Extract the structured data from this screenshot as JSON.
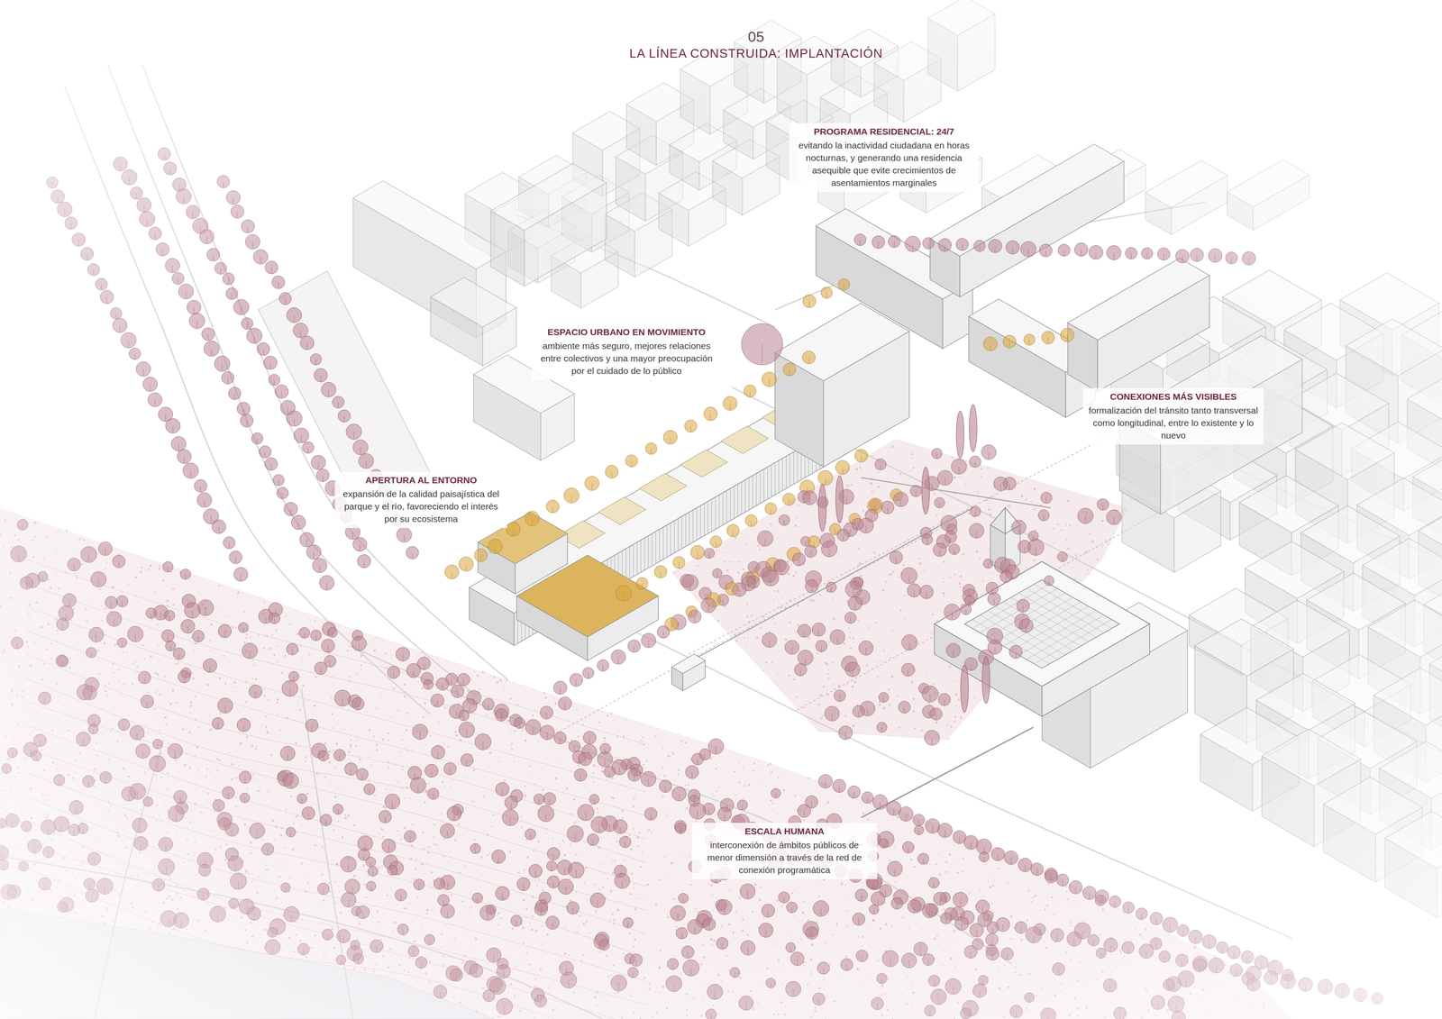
{
  "diagram": {
    "title": "LA LÍNEA CONSTRUIDA: IMPLANTACIÓN",
    "labels": [
      "05",
      "PROGRAMA RESIDENCIAL: 24/7",
      "evitando la inactividad ciudadana en horas nocturnas, y generando una residencia asequible que evite crecimientos de asentamientos marginales",
      "ESPACIO URBANO EN MOVIMIENTO",
      "ambiente más seguro, mejores relaciones entre colectivos y una mayor preocupación por el cuidado de lo público",
      "CONEXIONES MÁS VISIBLES",
      "formalización del tránsito tanto transversal como longitudinal, entre lo existente y lo nuevo",
      "APERTURA AL ENTORNO",
      "expansión de la calidad paisajística del parque y el río, favoreciendo el interés por su ecosistema",
      "ESCALA HUMANA",
      "interconexión de ámbitos públicos de menor dimensión a través de la red de conexión programática"
    ]
  }
}
